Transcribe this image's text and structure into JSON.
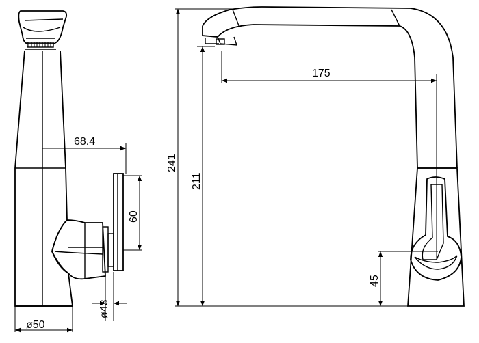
{
  "drawing": {
    "dimensions": {
      "spout_reach": "175",
      "overall_height": "241",
      "spout_height": "211",
      "lever_offset": "68.4",
      "lever_height": "60",
      "lever_base_height": "45",
      "lever_diameter": "ø43",
      "base_diameter": "ø50"
    }
  }
}
